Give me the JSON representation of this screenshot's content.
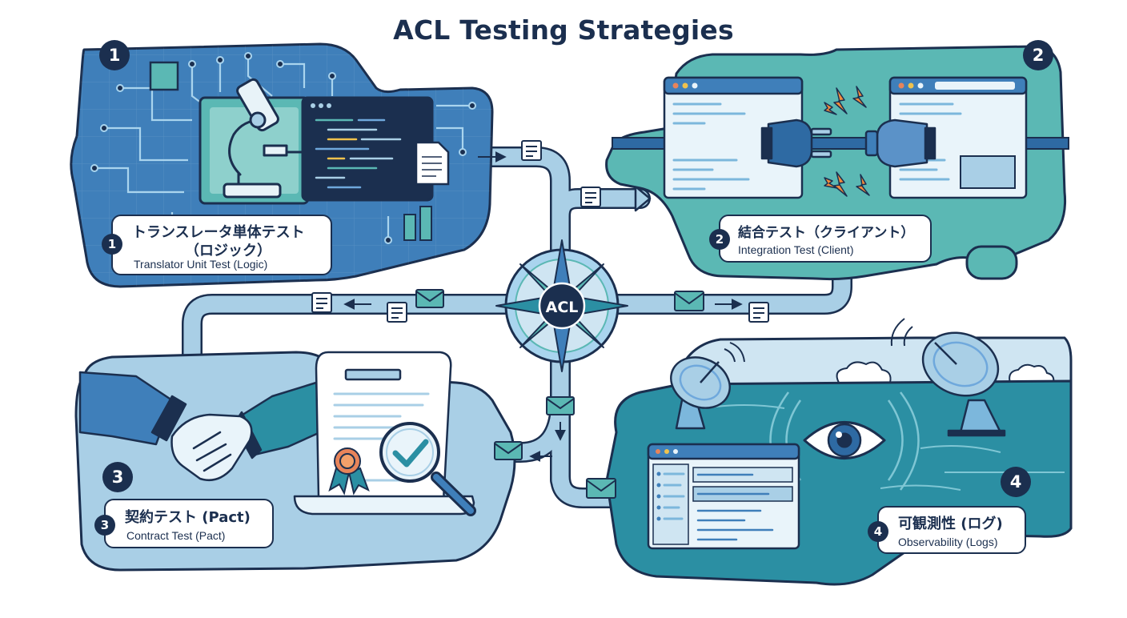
{
  "title": "ACL Testing Strategies",
  "hub_label": "ACL",
  "colors": {
    "navy": "#1b2f4f",
    "blue": "#3f7fba",
    "teal": "#5bb8b4",
    "light_blue": "#a9cfe6",
    "deep_teal": "#2b8fa3"
  },
  "sections": [
    {
      "number": "1",
      "title_jp": "トランスレータ単体テスト",
      "title_jp_line2": "（ロジック）",
      "title_en": "Translator Unit Test (Logic)",
      "icon": "microscope-icon"
    },
    {
      "number": "2",
      "title_jp": "結合テスト（クライアント）",
      "title_en": "Integration Test (Client)",
      "icon": "plug-connector-icon"
    },
    {
      "number": "3",
      "title_jp": "契約テスト (Pact)",
      "title_en": "Contract Test (Pact)",
      "icon": "handshake-icon"
    },
    {
      "number": "4",
      "title_jp": "可観測性 (ログ)",
      "title_en": "Observability (Logs)",
      "icon": "eye-icon"
    }
  ]
}
